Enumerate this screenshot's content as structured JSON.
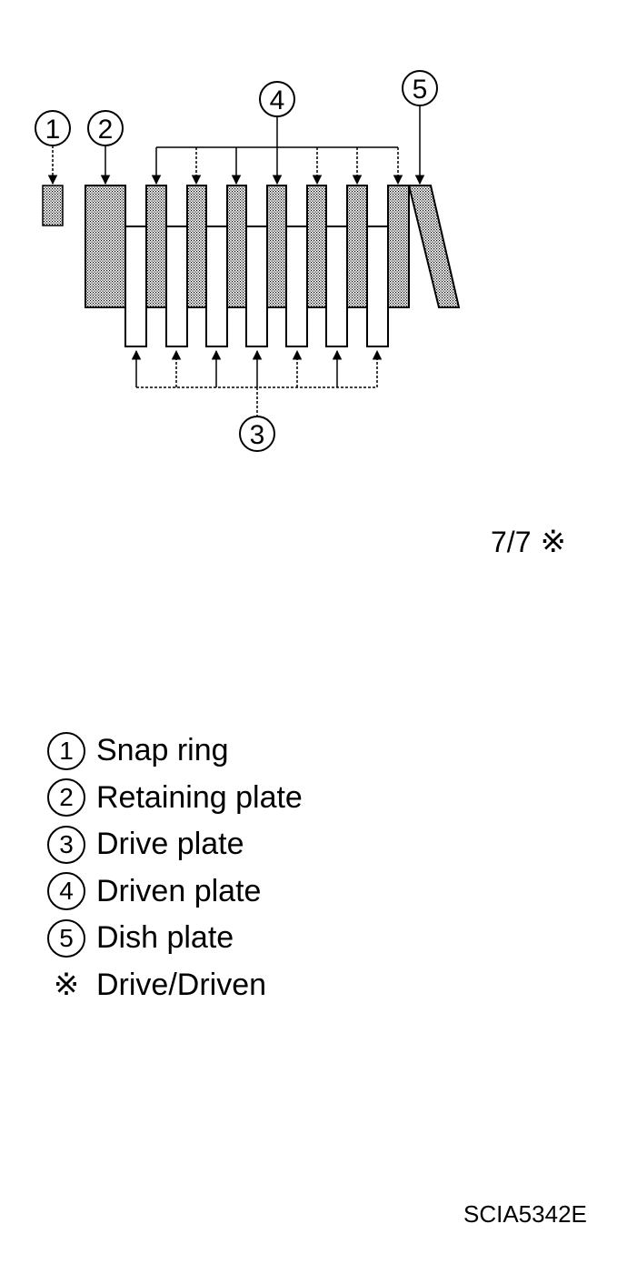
{
  "callouts": {
    "snap_ring": "1",
    "retaining_plate": "2",
    "drive_plate": "3",
    "driven_plate": "4",
    "dish_plate": "5"
  },
  "ratio": {
    "text": "7/7",
    "mark": "※"
  },
  "legend": [
    {
      "symbol": "1",
      "label": "Snap ring",
      "circled": true
    },
    {
      "symbol": "2",
      "label": "Retaining plate",
      "circled": true
    },
    {
      "symbol": "3",
      "label": "Drive plate",
      "circled": true
    },
    {
      "symbol": "4",
      "label": "Driven plate",
      "circled": true
    },
    {
      "symbol": "5",
      "label": "Dish plate",
      "circled": true
    },
    {
      "symbol": "※",
      "label": "Drive/Driven",
      "circled": false
    }
  ],
  "figure_code": "SCIA5342E",
  "colors": {
    "ink": "#000000",
    "paper": "#ffffff",
    "stipple": "#000000"
  }
}
